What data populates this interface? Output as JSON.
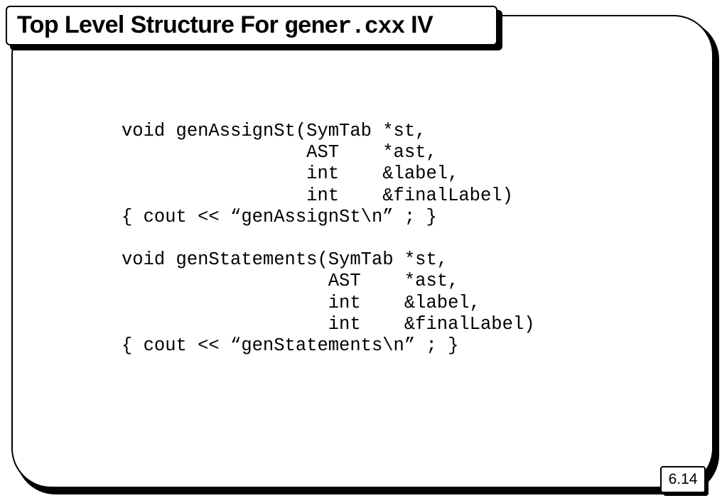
{
  "slide": {
    "title_prefix": "Top Level Structure For ",
    "title_code": "gener.cxx",
    "title_suffix": " IV",
    "page_number": "6.14"
  },
  "code": {
    "lines": [
      "void genAssignSt(SymTab *st,",
      "                 AST    *ast,",
      "                 int    &label,",
      "                 int    &finalLabel)",
      "{ cout << “genAssignSt\\n” ; }",
      "",
      "void genStatements(SymTab *st,",
      "                   AST    *ast,",
      "                   int    &label,",
      "                   int    &finalLabel)",
      "{ cout << “genStatements\\n” ; }"
    ]
  }
}
